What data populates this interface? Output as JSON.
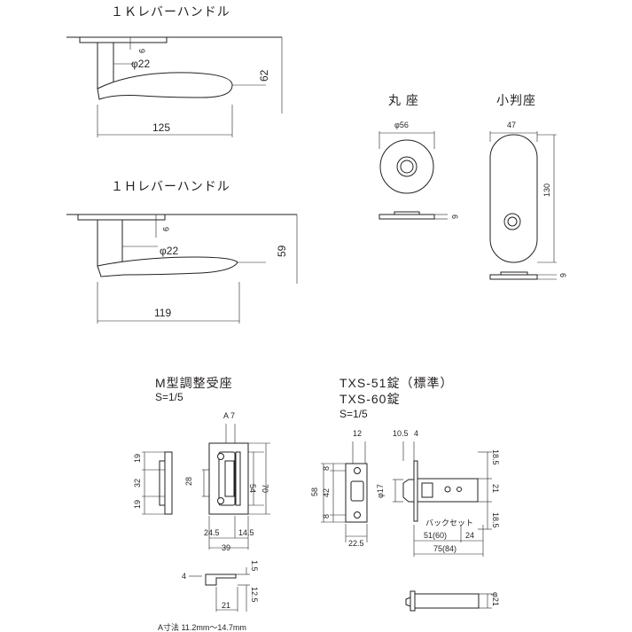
{
  "lever_1k": {
    "title": "１Ｋレバーハンドル",
    "dim_thickness": "9",
    "dim_dia": "φ22",
    "dim_height": "62",
    "dim_length": "125"
  },
  "lever_1h": {
    "title": "１Ｈレバーハンドル",
    "dim_thickness": "9",
    "dim_dia": "φ22",
    "dim_height": "59",
    "dim_length": "119"
  },
  "round_rose": {
    "title": "丸 座",
    "dim_dia": "φ56",
    "dim_thickness": "6"
  },
  "small_plate": {
    "title": "小判座",
    "dim_width": "47",
    "dim_height": "130",
    "dim_thickness": "6"
  },
  "strike": {
    "title": "M型調整受座",
    "scale": "S=1/5",
    "dims": [
      "A 7",
      "19",
      "32",
      "19",
      "28",
      "54",
      "70",
      "24.5",
      "14.5",
      "39",
      "4",
      "1.5",
      "12.5",
      "21"
    ],
    "note": "A寸法 11.2mm～14.7mm"
  },
  "latch": {
    "title1": "TXS-51錠（標準）",
    "title2": "TXS-60錠",
    "scale": "S=1/5",
    "dims": [
      "12",
      "10.5",
      "4",
      "58",
      "8",
      "42",
      "8",
      "22.5",
      "φ17",
      "18.5",
      "21",
      "18.5",
      "51(60)",
      "24",
      "75(84)",
      "φ21"
    ],
    "backset_label": "バックセット"
  }
}
